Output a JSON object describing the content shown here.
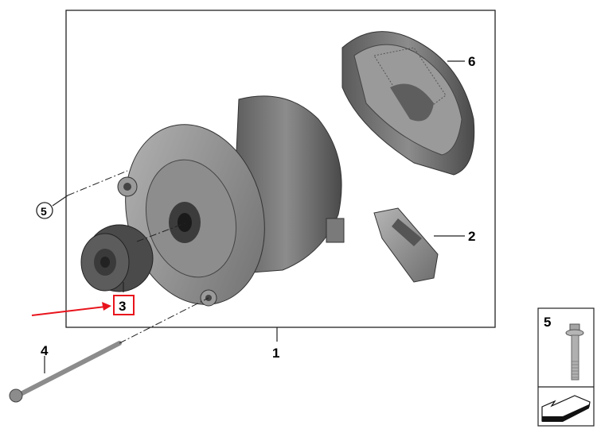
{
  "diagram": {
    "callouts": [
      {
        "id": "1",
        "label": "1",
        "part": "alternator"
      },
      {
        "id": "2",
        "label": "2",
        "part": "voltage-regulator"
      },
      {
        "id": "3",
        "label": "3",
        "part": "pulley",
        "highlighted": true
      },
      {
        "id": "4",
        "label": "4",
        "part": "long-bolt"
      },
      {
        "id": "5",
        "label": "5",
        "part": "bolt",
        "circled": true
      },
      {
        "id": "6",
        "label": "6",
        "part": "cover"
      }
    ],
    "inset": {
      "label": "5",
      "part": "bolt"
    },
    "colors": {
      "highlight": "#e8141c",
      "part_gray": "#8a8a8a",
      "frame": "#222222"
    }
  }
}
